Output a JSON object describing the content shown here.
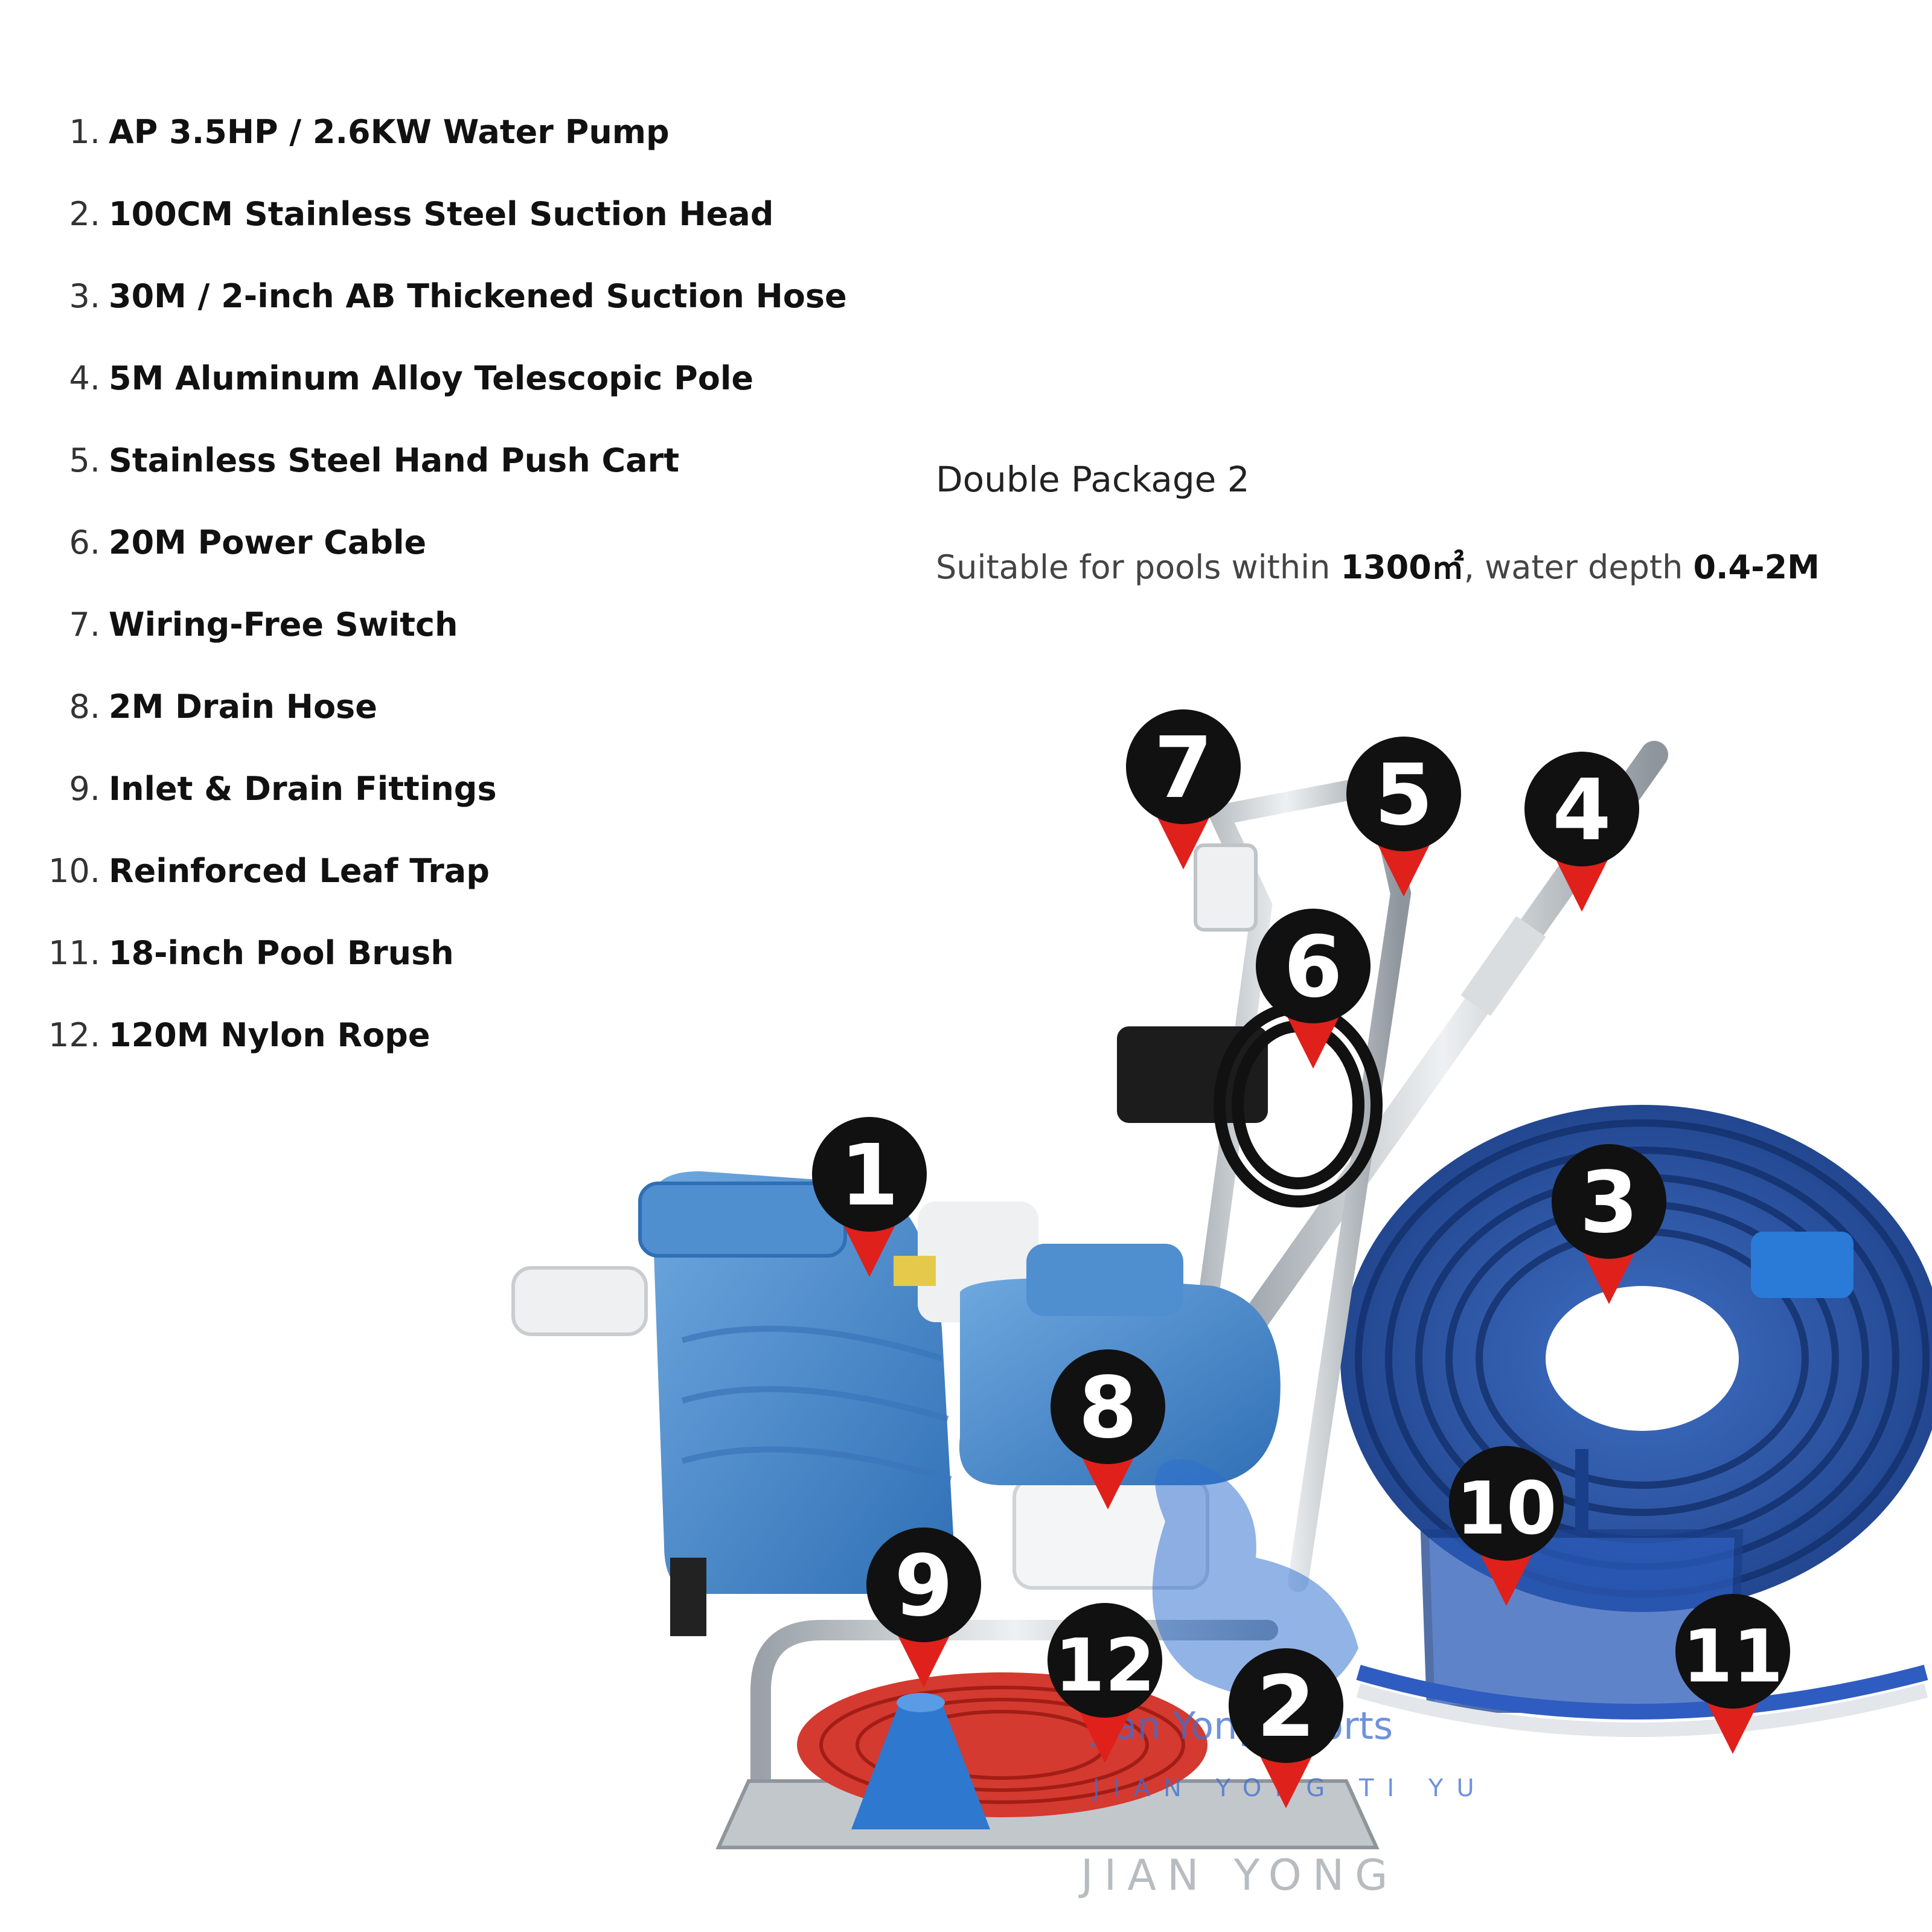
{
  "items": [
    {
      "num": "1.",
      "text": "AP 3.5HP / 2.6KW Water Pump"
    },
    {
      "num": "2.",
      "text": "100CM Stainless Steel Suction Head"
    },
    {
      "num": "3.",
      "text": "30M / 2-inch AB Thickened Suction Hose"
    },
    {
      "num": "4.",
      "text": "5M Aluminum Alloy Telescopic Pole"
    },
    {
      "num": "5.",
      "text": "Stainless Steel Hand Push Cart"
    },
    {
      "num": "6.",
      "text": "20M Power Cable"
    },
    {
      "num": "7.",
      "text": "Wiring-Free Switch"
    },
    {
      "num": "8.",
      "text": "2M Drain Hose"
    },
    {
      "num": "9.",
      "text": "Inlet & Drain Fittings"
    },
    {
      "num": "10.",
      "text": "Reinforced Leaf Trap"
    },
    {
      "num": "11.",
      "text": "18-inch Pool Brush"
    },
    {
      "num": "12.",
      "text": "120M Nylon Rope"
    }
  ],
  "package": {
    "title": "Double Package 2",
    "desc_prefix": "Suitable for pools within ",
    "area": "1300㎡",
    "desc_mid": ", water depth ",
    "depth": "0.4-2M"
  },
  "markers": [
    "1",
    "2",
    "3",
    "4",
    "5",
    "6",
    "7",
    "8",
    "9",
    "10",
    "11",
    "12"
  ],
  "watermark": {
    "brand": "Jian Yong Sports",
    "sub": "JIAN YONG TI YU",
    "plate": "JIAN YONG"
  },
  "colors": {
    "marker_bg": "#111111",
    "marker_tip": "#e0201b",
    "pump_blue": "#4f8fcf",
    "hose_blue": "#2a56a8",
    "steel": "#c8cdd2"
  }
}
